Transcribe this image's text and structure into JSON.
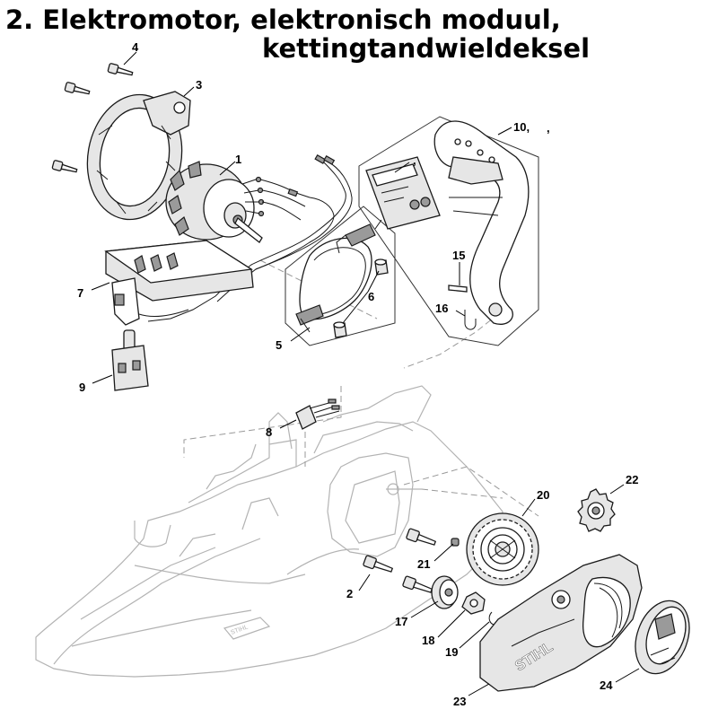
{
  "title": {
    "line1": "2. Elektromotor, elektronisch moduul,",
    "line2": "kettingtandwieldeksel"
  },
  "decal": {
    "cover_brand": "STIHL"
  },
  "callouts": [
    {
      "id": "1",
      "label": "1"
    },
    {
      "id": "2",
      "label": "2"
    },
    {
      "id": "3",
      "label": "3"
    },
    {
      "id": "4",
      "label": "4"
    },
    {
      "id": "5",
      "label": "5"
    },
    {
      "id": "6",
      "label": "6"
    },
    {
      "id": "7",
      "label": "7"
    },
    {
      "id": "8",
      "label": "8"
    },
    {
      "id": "9",
      "label": "9"
    },
    {
      "id": "10",
      "label": "10,"
    },
    {
      "id": "10-comma",
      "label": ","
    },
    {
      "id": "11",
      "label": ","
    },
    {
      "id": "15",
      "label": "15"
    },
    {
      "id": "16",
      "label": "16"
    },
    {
      "id": "17",
      "label": "17"
    },
    {
      "id": "18",
      "label": "18"
    },
    {
      "id": "19",
      "label": "19"
    },
    {
      "id": "20",
      "label": "20"
    },
    {
      "id": "21",
      "label": "21"
    },
    {
      "id": "22",
      "label": "22"
    },
    {
      "id": "23",
      "label": "23"
    },
    {
      "id": "24",
      "label": "24"
    }
  ]
}
